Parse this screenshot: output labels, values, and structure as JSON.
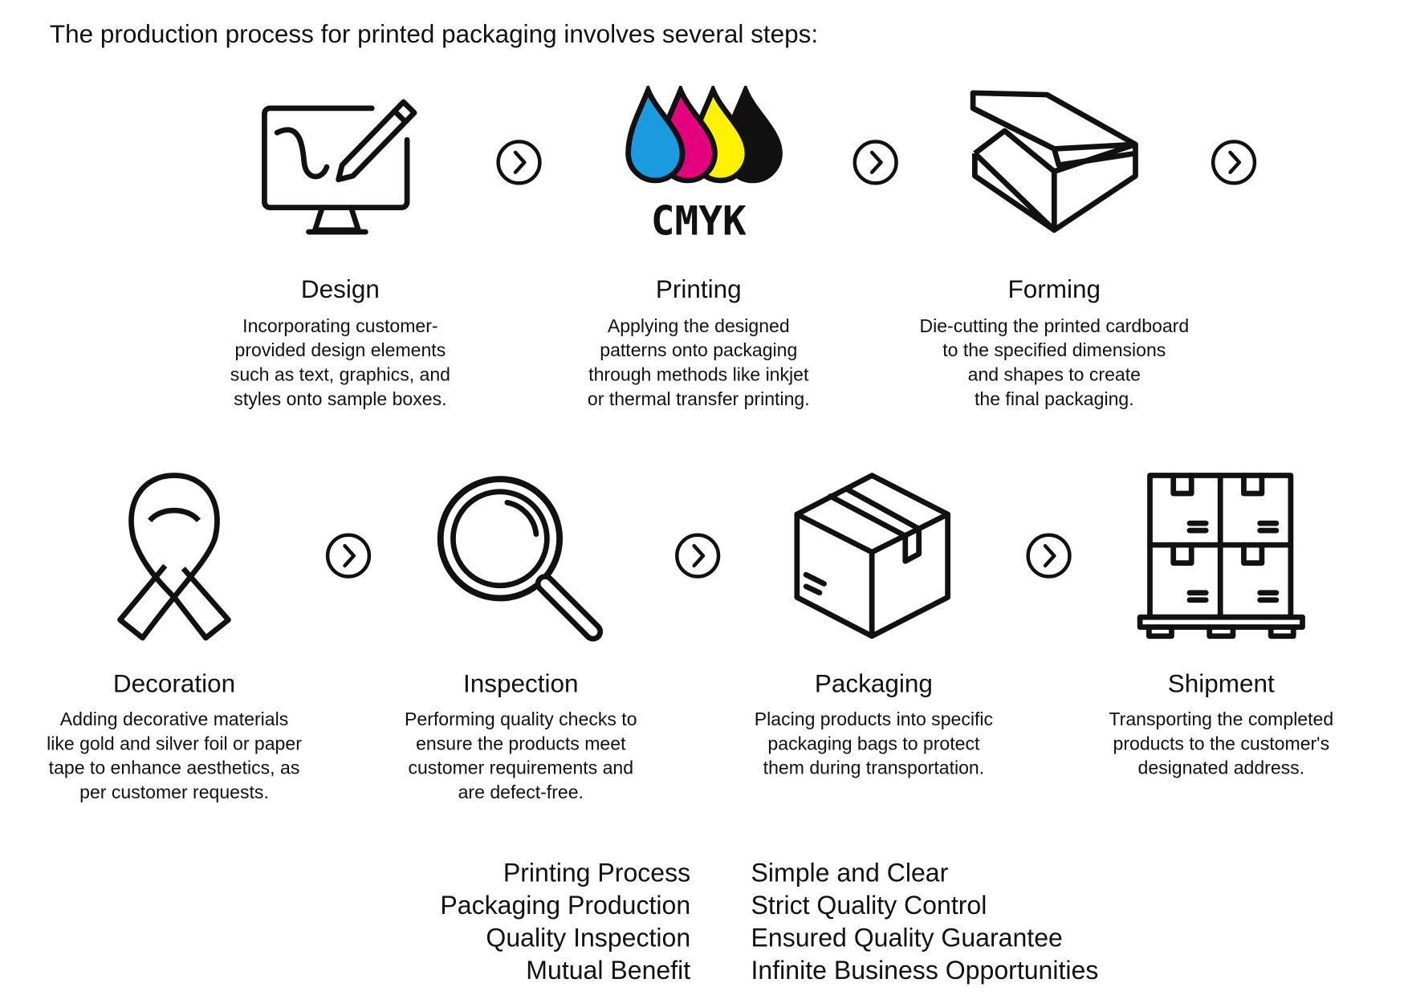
{
  "title": "The production process for printed packaging involves several steps:",
  "steps": [
    {
      "icon": "monitor-pen-icon",
      "title": "Design",
      "desc": [
        "Incorporating customer-",
        "provided design elements",
        "such as text, graphics, and",
        "styles onto sample boxes."
      ]
    },
    {
      "icon": "cmyk-ink-drops-icon",
      "icon_text": "CMYK",
      "title": "Printing",
      "desc": [
        "Applying the designed",
        "patterns onto packaging",
        "through methods like inkjet",
        "or thermal transfer printing."
      ]
    },
    {
      "icon": "open-box-icon",
      "title": "Forming",
      "desc": [
        "Die-cutting the printed cardboard",
        "to the specified dimensions",
        "and shapes to create",
        "the final packaging."
      ]
    },
    {
      "icon": "ribbon-icon",
      "title": "Decoration",
      "desc": [
        "Adding decorative materials",
        "like gold and silver foil or paper",
        "tape to enhance aesthetics, as",
        "per customer requests."
      ]
    },
    {
      "icon": "magnifier-icon",
      "title": "Inspection",
      "desc": [
        "Performing quality checks to",
        "ensure the products meet",
        "customer requirements and",
        "are defect-free."
      ]
    },
    {
      "icon": "sealed-box-icon",
      "title": "Packaging",
      "desc": [
        "Placing products into specific",
        "packaging bags to protect",
        "them during transportation."
      ]
    },
    {
      "icon": "pallet-boxes-icon",
      "title": "Shipment",
      "desc": [
        "Transporting the completed",
        "products to the customer's",
        "designated address."
      ]
    }
  ],
  "colors": {
    "cyan": "#1a9be0",
    "magenta": "#e5007e",
    "yellow": "#fff200",
    "black": "#111111"
  },
  "bottom_left": [
    "Printing Process",
    "Packaging Production",
    "Quality Inspection",
    "Mutual Benefit"
  ],
  "bottom_right": [
    "Simple and Clear",
    "Strict Quality Control",
    "Ensured Quality Guarantee",
    "Infinite Business Opportunities"
  ]
}
